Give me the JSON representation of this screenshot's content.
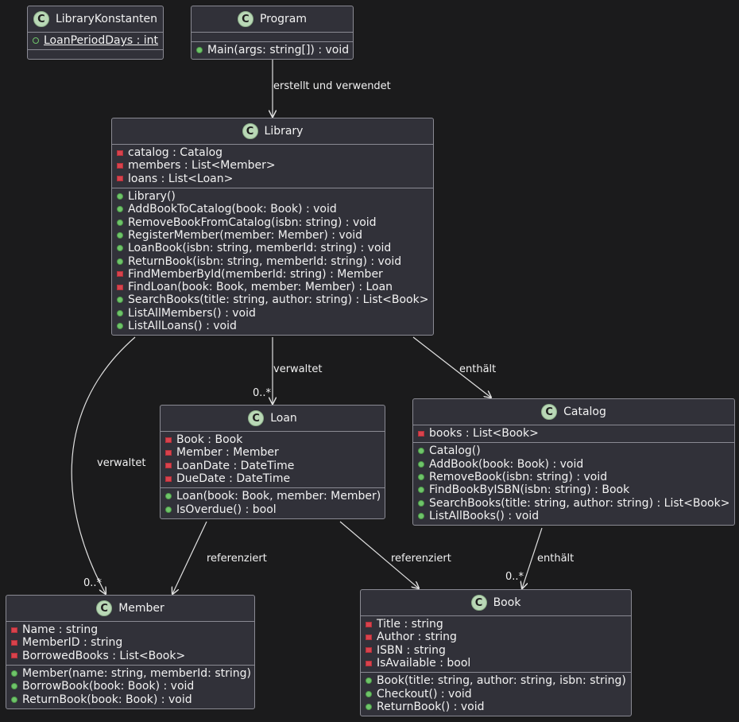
{
  "classes": {
    "library_konstanten": {
      "name": "LibraryKonstanten",
      "attributes": [
        {
          "vis": "public-hollow",
          "text": "LoanPeriodDays : int",
          "static": true
        }
      ],
      "methods": []
    },
    "program": {
      "name": "Program",
      "attributes": [],
      "methods": [
        {
          "vis": "public",
          "text": "Main(args: string[]) : void"
        }
      ]
    },
    "library": {
      "name": "Library",
      "attributes": [
        {
          "vis": "private",
          "text": "catalog : Catalog"
        },
        {
          "vis": "private",
          "text": "members : List<Member>"
        },
        {
          "vis": "private",
          "text": "loans : List<Loan>"
        }
      ],
      "methods": [
        {
          "vis": "public",
          "text": "Library()"
        },
        {
          "vis": "public",
          "text": "AddBookToCatalog(book: Book) : void"
        },
        {
          "vis": "public",
          "text": "RemoveBookFromCatalog(isbn: string) : void"
        },
        {
          "vis": "public",
          "text": "RegisterMember(member: Member) : void"
        },
        {
          "vis": "public",
          "text": "LoanBook(isbn: string, memberId: string) : void"
        },
        {
          "vis": "public",
          "text": "ReturnBook(isbn: string, memberId: string) : void"
        },
        {
          "vis": "private",
          "text": "FindMemberById(memberId: string) : Member"
        },
        {
          "vis": "private",
          "text": "FindLoan(book: Book, member: Member) : Loan"
        },
        {
          "vis": "public",
          "text": "SearchBooks(title: string, author: string) : List<Book>"
        },
        {
          "vis": "public",
          "text": "ListAllMembers() : void"
        },
        {
          "vis": "public",
          "text": "ListAllLoans() : void"
        }
      ]
    },
    "loan": {
      "name": "Loan",
      "attributes": [
        {
          "vis": "private",
          "text": "Book : Book"
        },
        {
          "vis": "private",
          "text": "Member : Member"
        },
        {
          "vis": "private",
          "text": "LoanDate : DateTime"
        },
        {
          "vis": "private",
          "text": "DueDate : DateTime"
        }
      ],
      "methods": [
        {
          "vis": "public",
          "text": "Loan(book: Book, member: Member)"
        },
        {
          "vis": "public",
          "text": "IsOverdue() : bool"
        }
      ]
    },
    "catalog": {
      "name": "Catalog",
      "attributes": [
        {
          "vis": "private",
          "text": "books : List<Book>"
        }
      ],
      "methods": [
        {
          "vis": "public",
          "text": "Catalog()"
        },
        {
          "vis": "public",
          "text": "AddBook(book: Book) : void"
        },
        {
          "vis": "public",
          "text": "RemoveBook(isbn: string) : void"
        },
        {
          "vis": "public",
          "text": "FindBookByISBN(isbn: string) : Book"
        },
        {
          "vis": "public",
          "text": "SearchBooks(title: string, author: string) : List<Book>"
        },
        {
          "vis": "public",
          "text": "ListAllBooks() : void"
        }
      ]
    },
    "member": {
      "name": "Member",
      "attributes": [
        {
          "vis": "private",
          "text": "Name : string"
        },
        {
          "vis": "private",
          "text": "MemberID : string"
        },
        {
          "vis": "private",
          "text": "BorrowedBooks : List<Book>"
        }
      ],
      "methods": [
        {
          "vis": "public",
          "text": "Member(name: string, memberId: string)"
        },
        {
          "vis": "public",
          "text": "BorrowBook(book: Book) : void"
        },
        {
          "vis": "public",
          "text": "ReturnBook(book: Book) : void"
        }
      ]
    },
    "book": {
      "name": "Book",
      "attributes": [
        {
          "vis": "private",
          "text": "Title : string"
        },
        {
          "vis": "private",
          "text": "Author : string"
        },
        {
          "vis": "private",
          "text": "ISBN : string"
        },
        {
          "vis": "private",
          "text": "IsAvailable : bool"
        }
      ],
      "methods": [
        {
          "vis": "public",
          "text": "Book(title: string, author: string, isbn: string)"
        },
        {
          "vis": "public",
          "text": "Checkout() : void"
        },
        {
          "vis": "public",
          "text": "ReturnBook() : void"
        }
      ]
    }
  },
  "class_icon_letter": "C",
  "relations": [
    {
      "id": "program-library",
      "from": "Program",
      "to": "Library",
      "label": "erstellt und verwendet"
    },
    {
      "id": "library-loan",
      "from": "Library",
      "to": "Loan",
      "label": "verwaltet",
      "multiplicity": "0..*"
    },
    {
      "id": "library-catalog",
      "from": "Library",
      "to": "Catalog",
      "label": "enthält"
    },
    {
      "id": "library-member",
      "from": "Library",
      "to": "Member",
      "label": "verwaltet",
      "multiplicity": "0..*"
    },
    {
      "id": "loan-member",
      "from": "Loan",
      "to": "Member",
      "label": "referenziert"
    },
    {
      "id": "loan-book",
      "from": "Loan",
      "to": "Book",
      "label": "referenziert"
    },
    {
      "id": "catalog-book",
      "from": "Catalog",
      "to": "Book",
      "label": "enthält",
      "multiplicity": "0..*"
    }
  ],
  "colors": {
    "background": "#1b1b1c",
    "class_fill": "#313139",
    "border": "#8a8a93",
    "text": "#f2f2f2",
    "public_marker": "#6fc46a",
    "private_marker": "#d8434d",
    "class_icon": "#b9d8b6"
  }
}
